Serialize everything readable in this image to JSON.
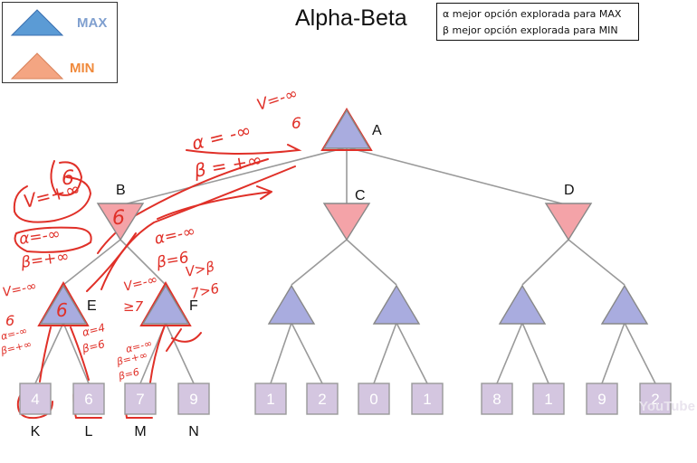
{
  "legend": {
    "max_label": "MAX",
    "min_label": "MIN",
    "max_color": "#5b9bd5",
    "min_color": "#f4a582",
    "max_text_color": "#7f9fcf",
    "min_text_color": "#f08a3c"
  },
  "title": "Alpha-Beta",
  "key": {
    "alpha_line": "α  mejor opción explorada para MAX",
    "beta_line": "β  mejor opción explorada para MIN"
  },
  "colors": {
    "max_node": "#a9acdf",
    "min_node": "#f4a3a8",
    "leaf": "#d4c6e0",
    "edge": "#9a9a9a",
    "annotation": "#e03028"
  },
  "tree": {
    "root": {
      "label": "A"
    },
    "min_nodes": [
      {
        "label": "B"
      },
      {
        "label": "C"
      },
      {
        "label": "D"
      }
    ],
    "max_nodes": [
      {
        "label": "E"
      },
      {
        "label": "F"
      },
      {
        "label": ""
      },
      {
        "label": ""
      },
      {
        "label": ""
      },
      {
        "label": ""
      }
    ],
    "leaves": [
      {
        "value": "4",
        "label": "K"
      },
      {
        "value": "6",
        "label": "L"
      },
      {
        "value": "7",
        "label": "M"
      },
      {
        "value": "9",
        "label": "N"
      },
      {
        "value": "1",
        "label": ""
      },
      {
        "value": "2",
        "label": ""
      },
      {
        "value": "0",
        "label": ""
      },
      {
        "value": "1",
        "label": ""
      },
      {
        "value": "8",
        "label": ""
      },
      {
        "value": "1",
        "label": ""
      },
      {
        "value": "9",
        "label": ""
      },
      {
        "value": "2",
        "label": ""
      }
    ]
  },
  "annotations": {
    "a_v": "V=-∞",
    "a_v2": "6",
    "a_alpha": "α = -∞",
    "a_beta": "β = +∞",
    "b_v": "V=+∞",
    "b_v2": "6",
    "b_alpha": "α=-∞",
    "b_beta": "β=+∞",
    "b_node": "6",
    "f_alpha": "α=-∞",
    "f_beta": "β=6",
    "f_v": "V=-∞",
    "f_v2": "≥7",
    "f_cmp": "V>β",
    "f_cmp2": "7>6",
    "e_v": "V=-∞",
    "e_v2": "6",
    "e_node": "6",
    "e_alpha": "α=-∞",
    "e_beta": "β=+∞",
    "e_a4": "α=4",
    "e_b6": "β=6",
    "m_alpha": "α=-∞",
    "m_beta": "β=+∞",
    "m_b6": "β=6"
  },
  "watermark": "YouTube"
}
